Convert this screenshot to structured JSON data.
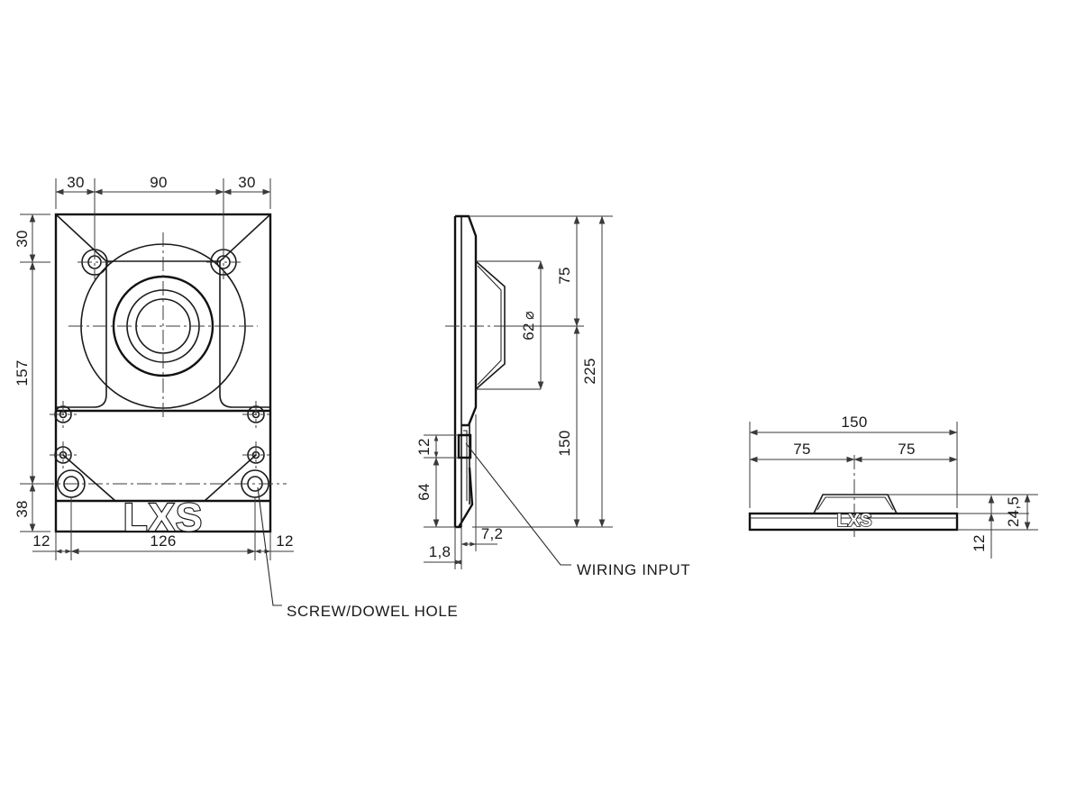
{
  "drawing": {
    "title": "LXS speaker mounting bracket — dimensioned orthographic views",
    "units": "mm",
    "background_color": "#ffffff",
    "line_color": "#1a1a1a",
    "dim_color": "#3a3a3a"
  },
  "views": {
    "front": {
      "name": "front-view",
      "brand_logo": "LXS"
    },
    "side": {
      "name": "side-view"
    },
    "top": {
      "name": "top-view",
      "brand_logo": "LXS"
    }
  },
  "dimensions": {
    "front": {
      "top_left_30": "30",
      "top_mid_90": "90",
      "top_right_30": "30",
      "left_30": "30",
      "left_157": "157",
      "left_38": "38",
      "bottom_left_12": "12",
      "bottom_mid_126": "126",
      "bottom_right_12": "12"
    },
    "side": {
      "left_12": "12",
      "left_64": "64",
      "bottom_18": "1,8",
      "bottom_72": "7,2",
      "dia_62": "62",
      "dia_symbol": "⌀",
      "right_75": "75",
      "right_150": "150",
      "right_225": "225"
    },
    "top": {
      "overall_150": "150",
      "half_left_75": "75",
      "half_right_75": "75",
      "height_245": "24,5",
      "height_12": "12"
    }
  },
  "annotations": {
    "screw_dowel_hole": "SCREW/DOWEL HOLE",
    "wiring_input": "WIRING INPUT"
  }
}
